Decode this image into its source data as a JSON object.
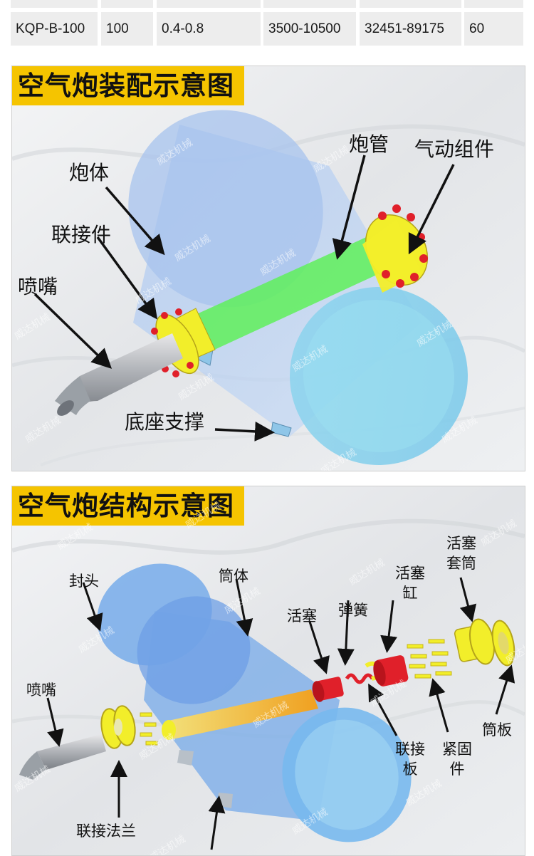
{
  "spec_row": {
    "model": "KQP-B-100",
    "diameter": "100",
    "pressure": "0.4-0.8",
    "impact": "3500-10500",
    "force": "32451-89175",
    "last": "60"
  },
  "assembly": {
    "title": "空气炮装配示意图",
    "labels": {
      "body": "炮体",
      "connector": "联接件",
      "nozzle": "喷嘴",
      "barrel": "炮管",
      "pneumatic": "气动组件",
      "base_support": "底座支撑"
    }
  },
  "structure": {
    "title": "空气炮结构示意图",
    "labels": {
      "head": "封头",
      "tube_body": "筒体",
      "piston": "活塞",
      "spring": "弹簧",
      "piston_cylinder_1": "活塞",
      "piston_cylinder_2": "缸",
      "piston_sleeve_1": "活塞",
      "piston_sleeve_2": "套筒",
      "nozzle": "喷嘴",
      "flange": "联接法兰",
      "connect_plate_1": "联接",
      "connect_plate_2": "板",
      "fastener_1": "紧固",
      "fastener_2": "件",
      "cylinder_plate": "筒板"
    }
  },
  "watermark": "威达机械",
  "colors": {
    "banner": "#f5c400",
    "tank": "#8fb2e8",
    "barrel": "#5ff05a",
    "flange": "#f2ee2a",
    "bolt": "#e0202a"
  }
}
